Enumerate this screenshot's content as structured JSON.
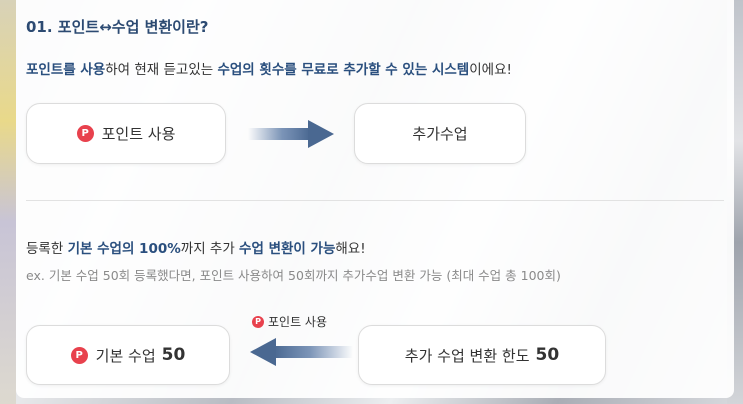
{
  "section": {
    "title": "01. 포인트↔수업 변환이란?"
  },
  "intro": {
    "part1": "포인트를 사용",
    "part2": "하여 현재 듣고있는 ",
    "part3": "수업의 횟수를 무료로 추가할 수 있는 시스템",
    "part4": "이에요!"
  },
  "top_flow": {
    "left_box_icon": "P",
    "left_box_label": "포인트 사용",
    "right_box_label": "추가수업"
  },
  "detail": {
    "part1": "등록한 ",
    "part2": "기본 수업의 100%",
    "part3": "까지 추가 ",
    "part4": "수업 변환이 가능",
    "part5": "해요!",
    "note": "ex. 기본 수업 50회 등록했다면, 포인트 사용하여 50회까지 추가수업 변환 가능 (최대 수업 총 100회)"
  },
  "bottom_flow": {
    "left_box_icon": "P",
    "left_box_label": "기본 수업",
    "left_box_value": "50",
    "arrow_tag_icon": "P",
    "arrow_tag_label": "포인트 사용",
    "right_box_label": "추가 수업 변환 한도",
    "right_box_value": "50"
  },
  "colors": {
    "accent": "#2a4f7e",
    "point_icon": "#e8414d",
    "arrow": "#5b7aa6"
  },
  "icons": {
    "point": "point-badge-icon",
    "arrow_right": "arrow-right-icon",
    "arrow_left": "arrow-left-icon"
  }
}
